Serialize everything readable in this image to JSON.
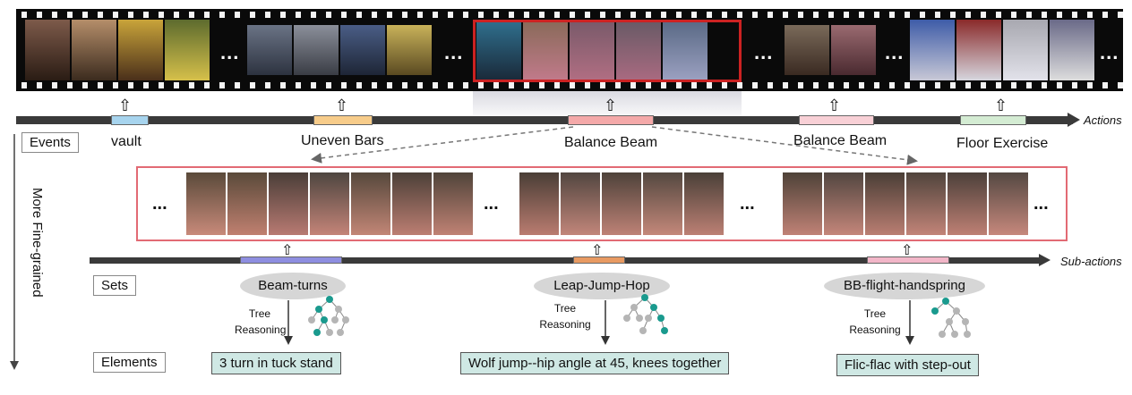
{
  "timeline": {
    "actions_label": "Actions",
    "subactions_label": "Sub-actions",
    "events_box": "Events",
    "sets_box": "Sets",
    "elements_box": "Elements",
    "side_label": "More Fine-grained",
    "ellipsis": "...",
    "arrow_up": "⇧"
  },
  "events": [
    {
      "label": "vault",
      "color": "#a7d4ee"
    },
    {
      "label": "Uneven Bars",
      "color": "#f7cc8a"
    },
    {
      "label": "Balance Beam",
      "color": "#f4a9a9"
    },
    {
      "label": "Balance Beam",
      "color": "#f8d0d6"
    },
    {
      "label": "Floor Exercise",
      "color": "#d4ecd3"
    }
  ],
  "sets": [
    {
      "label": "Beam-turns",
      "color": "#8e8ee0"
    },
    {
      "label": "Leap-Jump-Hop",
      "color": "#e89a62"
    },
    {
      "label": "BB-flight-handspring",
      "color": "#f2b6c8"
    }
  ],
  "reasoning": {
    "line1": "Tree",
    "line2": "Reasoning"
  },
  "elements": [
    "3 turn in tuck stand",
    "Wolf jump--hip angle at 45, knees together",
    "Flic-flac with step-out"
  ],
  "colors": {
    "highlight": "#cc2222",
    "strip_border": "#e26a74",
    "tree_node_active": "#1a9a8e",
    "tree_node_inactive": "#b5b5b5",
    "element_fill": "#cfe8e4"
  }
}
